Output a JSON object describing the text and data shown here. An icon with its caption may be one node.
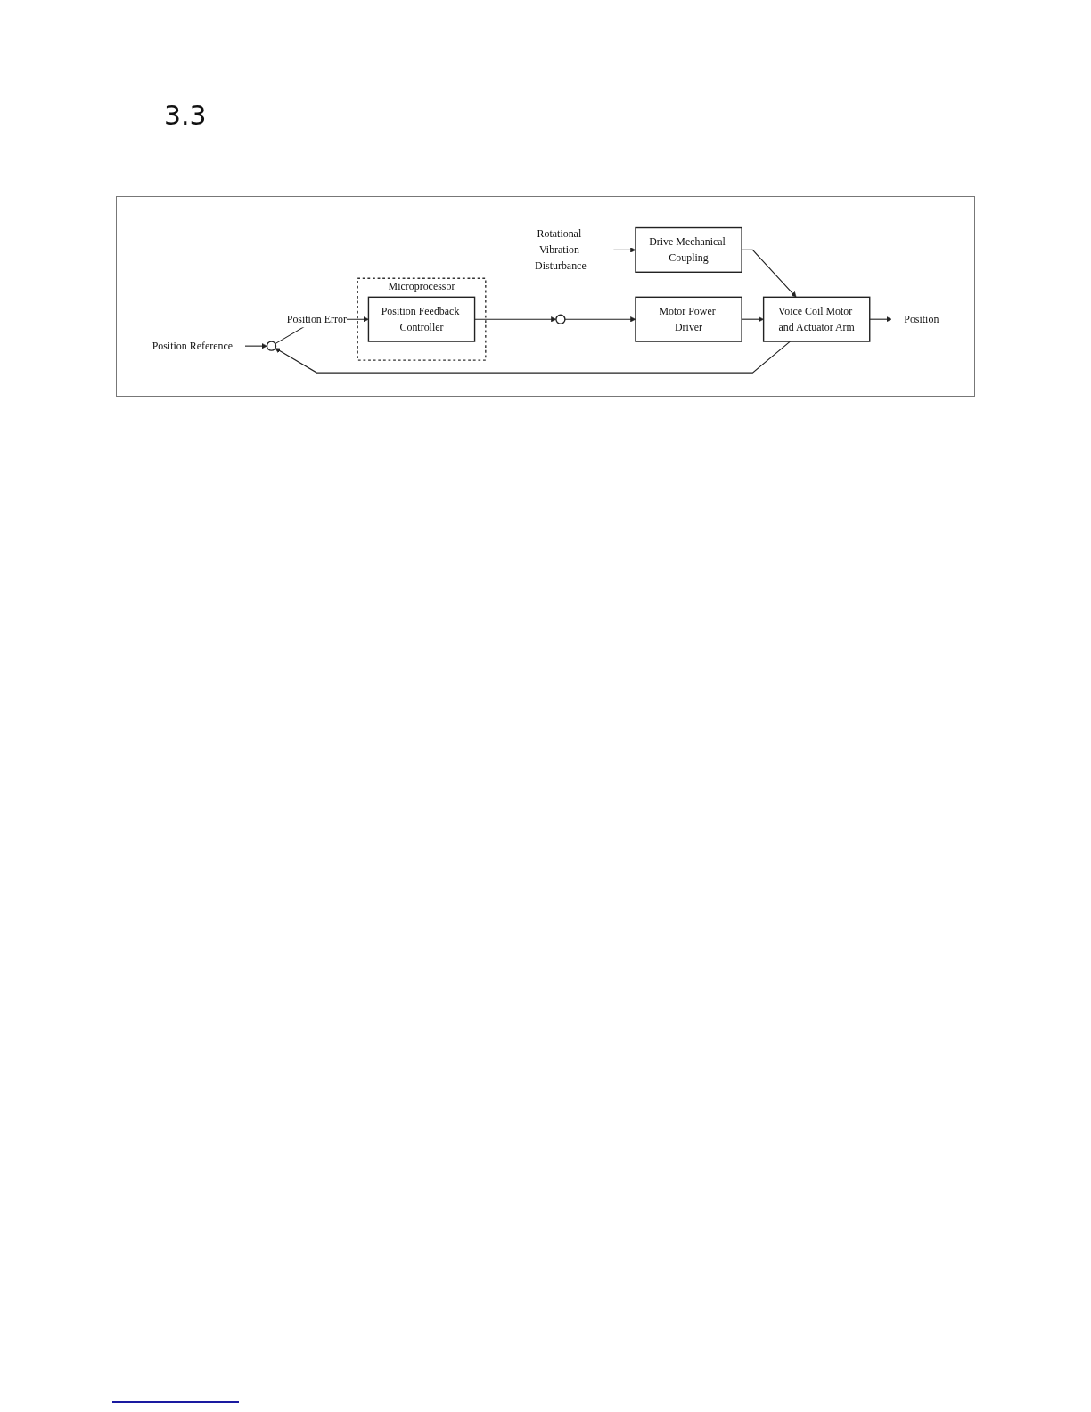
{
  "diagram": {
    "title": "3.3",
    "nodes": [
      {
        "text": [
          "Rotational Vibration Disturbance"
        ]
      },
      {
        "text": [
          "Drive Mechanical Coupling"
        ]
      },
      {
        "text": [
          "Position Reference"
        ]
      },
      {
        "text": [],
        "shape": "circle"
      },
      {
        "text": [
          "Microprocessor"
        ]
      },
      {
        "text": [
          "Position Feedback Controller"
        ],
        "in": 4
      },
      {
        "text": [],
        "shape": "circle"
      },
      {
        "text": [
          "Motor Power Driver"
        ]
      },
      {
        "text": [
          "Voice Coil Motor and Actuator Arm"
        ]
      },
      {
        "text": [
          "Position"
        ]
      }
    ],
    "edges": [
      {
        "from": 0,
        "to": 1,
        "arrow": "to"
      },
      {
        "from": 1,
        "to": 8,
        "arrow": "to"
      },
      {
        "from": 2,
        "to": 3,
        "arrow": "to"
      },
      {
        "from": 3,
        "to": 5,
        "arrow": "to",
        "label": "Position Error"
      },
      {
        "from": 5,
        "to": 6,
        "arrow": "to"
      },
      {
        "from": 6,
        "to": 7,
        "arrow": "to"
      },
      {
        "from": 7,
        "to": 8,
        "arrow": "to"
      },
      {
        "from": 8,
        "to": 9,
        "arrow": "to"
      },
      {
        "from": 8,
        "to": 3,
        "arrow": "to"
      }
    ]
  }
}
